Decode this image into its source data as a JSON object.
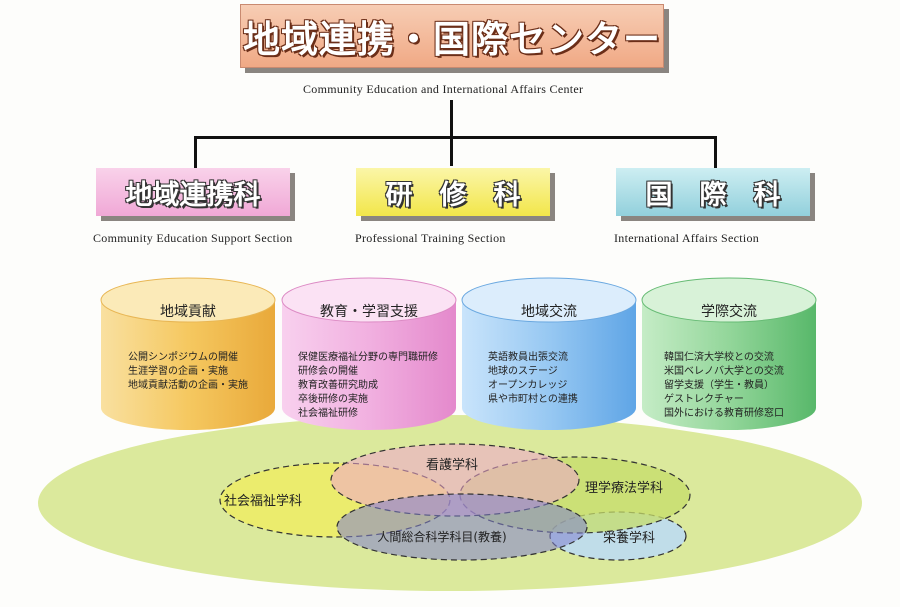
{
  "header": {
    "title": "地域連携・国際センター",
    "subtitle": "Community Education and International Affairs Center"
  },
  "sections": [
    {
      "label": "地域連携科",
      "english": "Community Education Support Section",
      "color": "#f2b8dc"
    },
    {
      "label": "研　修　科",
      "english": "Professional Training Section",
      "color": "#f7ef7a"
    },
    {
      "label": "国　際　科",
      "english": "International Affairs Section",
      "color": "#a9dbe4"
    }
  ],
  "activities": [
    {
      "title": "地域貢献",
      "color": "#f0b23a",
      "items": [
        "公開シンポジウムの開催",
        "生涯学習の企画・実施",
        "地域貢献活動の企画・実施"
      ]
    },
    {
      "title": "教育・学習支援",
      "color": "#ea8ed0",
      "items": [
        "保健医療福祉分野の専門職研修",
        "研修会の開催",
        "教育改善研究助成",
        "卒後研修の実施",
        "社会福祉研修"
      ]
    },
    {
      "title": "地域交流",
      "color": "#6aaeea",
      "items": [
        "英語教員出張交流",
        "地球のステージ",
        "オープンカレッジ",
        "県や市町村との連携"
      ]
    },
    {
      "title": "学際交流",
      "color": "#6cc77a",
      "items": [
        "韓国仁済大学校との交流",
        "米国ベレノバ大学との交流",
        "留学支援（学生・教員）",
        "ゲストレクチャー",
        "国外における教育研修窓口"
      ]
    }
  ],
  "departments": {
    "nursing": "看護学科",
    "social_welfare": "社会福祉学科",
    "physical_therapy": "理学療法学科",
    "general_education": "人間総合科学科目(教養)",
    "nutrition": "栄養学科"
  }
}
